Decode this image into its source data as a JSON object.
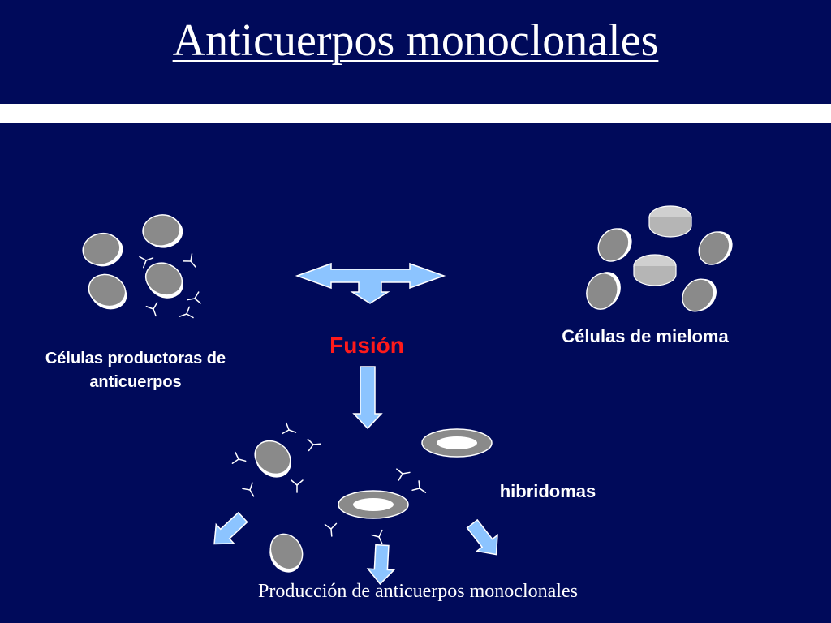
{
  "title": "Anticuerpos monoclonales",
  "labels": {
    "producer_cells": "Células productoras de anticuerpos",
    "myeloma_cells": "Células de mieloma",
    "fusion": "Fusión",
    "hybridomas": "hibridomas",
    "production": "Producción de anticuerpos monoclonales"
  },
  "colors": {
    "background": "#000a5a",
    "cell": "#8a8a8a",
    "cell_outline": "#ffffff",
    "arrow": "#8cc4ff",
    "fusion_text": "#ff1a1a",
    "text": "#ffffff"
  }
}
